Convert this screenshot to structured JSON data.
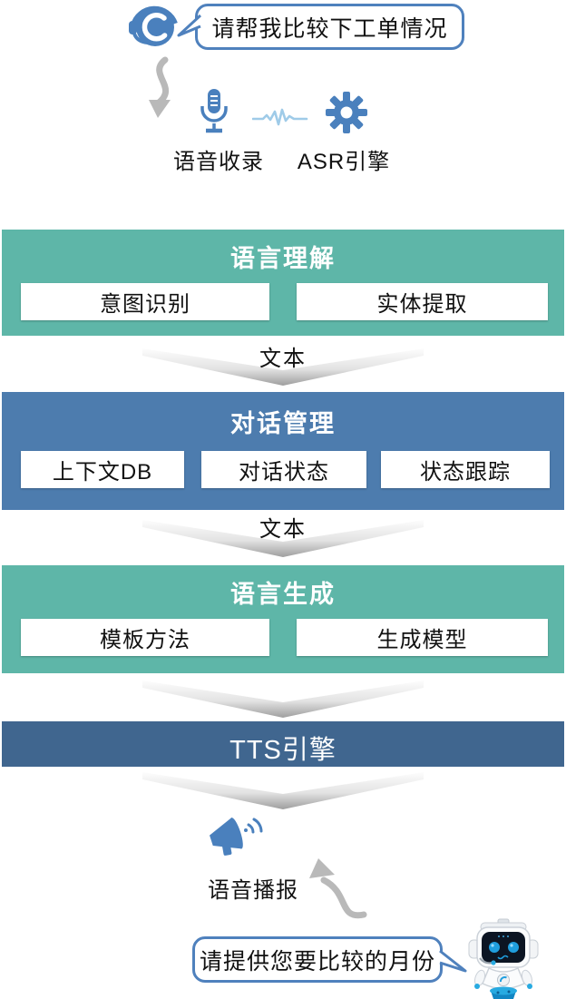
{
  "user": {
    "bubble_text": "请帮我比较下工单情况"
  },
  "input_labels": {
    "voice_capture": "语音收录",
    "asr_engine": "ASR引擎"
  },
  "connector_label": "文本",
  "stages": [
    {
      "title": "语言理解",
      "items": [
        "意图识别",
        "实体提取"
      ]
    },
    {
      "title": "对话管理",
      "items": [
        "上下文DB",
        "对话状态",
        "状态跟踪"
      ]
    },
    {
      "title": "语言生成",
      "items": [
        "模板方法",
        "生成模型"
      ]
    },
    {
      "title": "TTS引擎",
      "items": []
    }
  ],
  "output_labels": {
    "voice_broadcast": "语音播报"
  },
  "bot": {
    "bubble_text": "请提供您要比较的月份"
  },
  "icons": {
    "user": "headset-agent-icon",
    "voice_capture": "microphone-icon",
    "waveform": "waveform-icon",
    "asr": "gear-icon",
    "broadcast": "megaphone-icon",
    "bot": "robot-icon",
    "flow": "chevron-down-arrow",
    "handoff": "curved-arrow"
  },
  "colors": {
    "stage_green": "#5EB6A8",
    "stage_blue": "#4D7CAE",
    "stage_navy": "#40668F",
    "icon_blue": "#4A80BD",
    "waveform_blue": "#9FCBE8",
    "bubble_border": "#4F81BD",
    "arrow_gray": "#B9B9B9"
  }
}
